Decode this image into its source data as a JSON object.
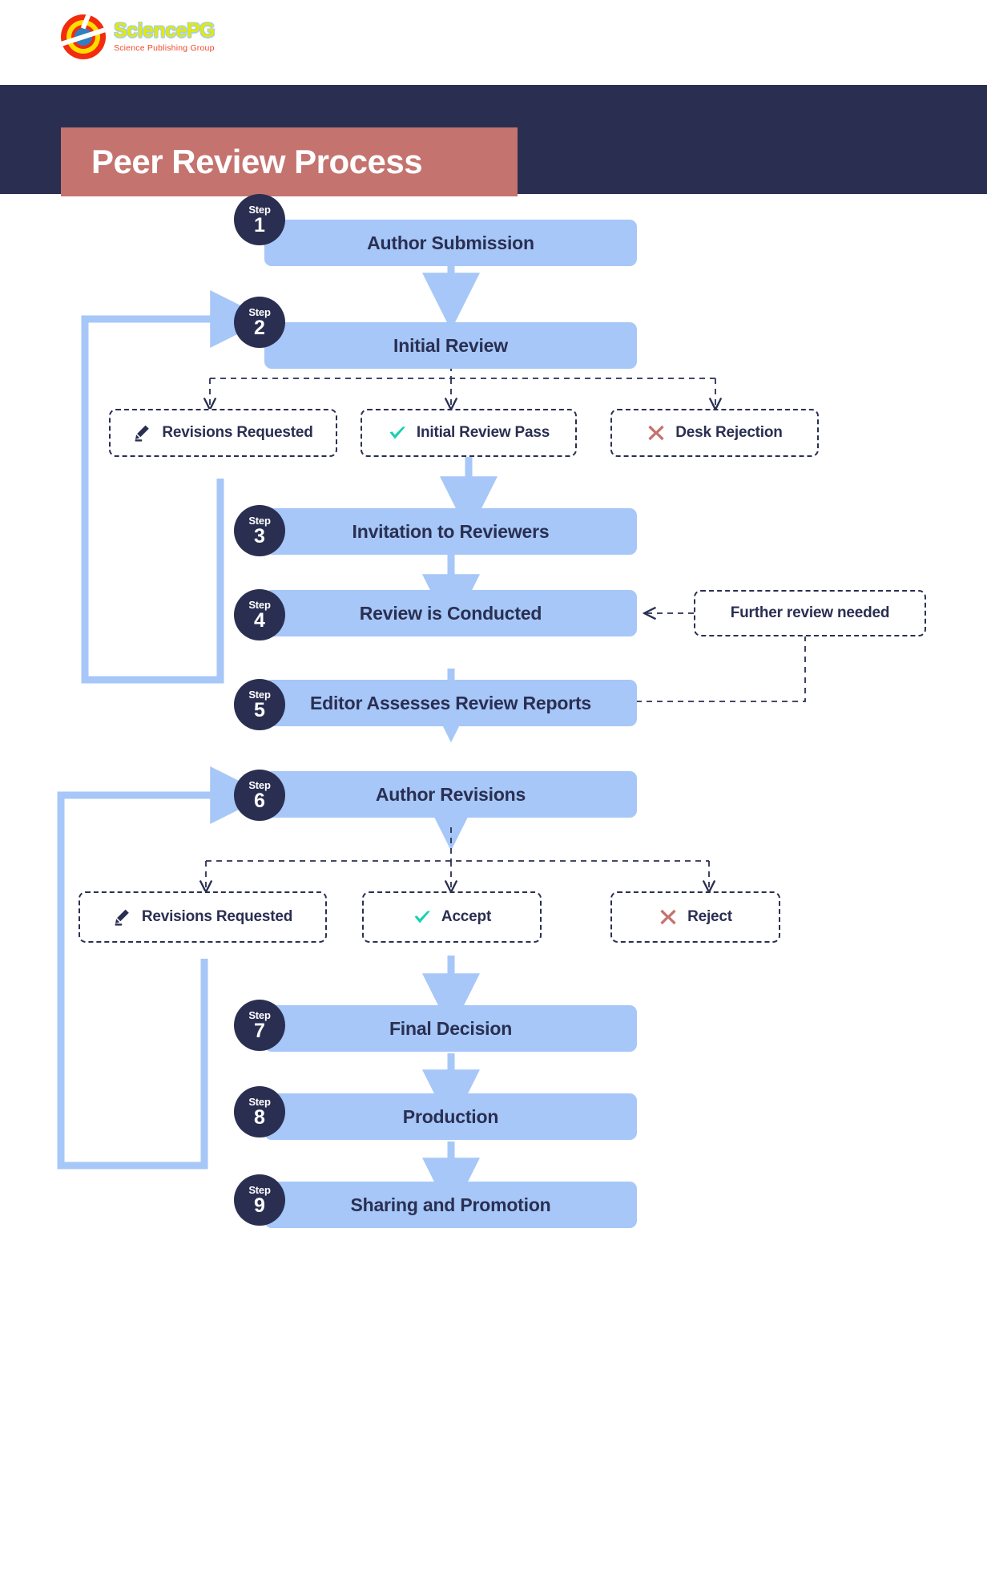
{
  "brand": {
    "logo_icon": "sciencepg-circle-logo",
    "name": "SciencePG",
    "tagline": "Science Publishing Group"
  },
  "header": {
    "title": "Peer Review Process",
    "banner_color": "#2a2f52",
    "title_block_color": "#c4736f",
    "title_text_color": "#ffffff"
  },
  "theme": {
    "process_box_fill": "#a6c7f7",
    "badge_fill": "#2a2f52",
    "text_navy": "#2a2f52",
    "arrow_blue": "#a6c7f7",
    "check_green": "#18d0b4",
    "reject_red": "#c4736f",
    "dashed_line": "#2a2f52"
  },
  "step_label": "Step",
  "steps": [
    {
      "number": "1",
      "label": "Author Submission"
    },
    {
      "number": "2",
      "label": "Initial Review"
    },
    {
      "number": "3",
      "label": "Invitation to Reviewers"
    },
    {
      "number": "4",
      "label": "Review is Conducted"
    },
    {
      "number": "5",
      "label": "Editor Assesses Review Reports"
    },
    {
      "number": "6",
      "label": "Author Revisions"
    },
    {
      "number": "7",
      "label": "Final Decision"
    },
    {
      "number": "8",
      "label": "Production"
    },
    {
      "number": "9",
      "label": "Sharing and Promotion"
    }
  ],
  "decisions_initial_review": [
    {
      "icon": "pencil-icon",
      "label": "Revisions Requested"
    },
    {
      "icon": "check-icon",
      "label": "Initial Review Pass"
    },
    {
      "icon": "cross-icon",
      "label": "Desk Rejection"
    }
  ],
  "decisions_author_revisions": [
    {
      "icon": "pencil-icon",
      "label": "Revisions Requested"
    },
    {
      "icon": "check-icon",
      "label": "Accept"
    },
    {
      "icon": "cross-icon",
      "label": "Reject"
    }
  ],
  "side_note": {
    "label": "Further review needed"
  }
}
